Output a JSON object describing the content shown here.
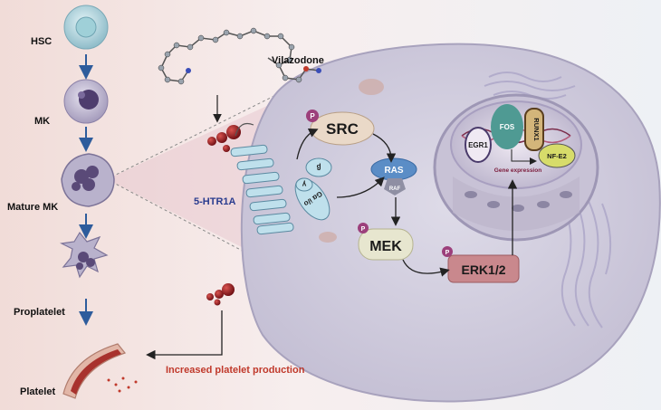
{
  "stages": [
    {
      "id": "hsc",
      "label": "HSC"
    },
    {
      "id": "mk",
      "label": "MK"
    },
    {
      "id": "mature_mk",
      "label": "Mature MK"
    },
    {
      "id": "proplatelet",
      "label": "Proplatelet"
    },
    {
      "id": "platelet",
      "label": "Platelet"
    }
  ],
  "drug": {
    "name": "Vilazodone"
  },
  "receptor": {
    "name": "5-HTR1A"
  },
  "g_protein": {
    "alpha": "Gα i/o",
    "beta": "β",
    "gamma": "γ"
  },
  "signaling": {
    "src": "SRC",
    "ras": "RAS",
    "raf": "RAF",
    "mek": "MEK",
    "erk": "ERK1/2",
    "phospho": "P"
  },
  "nucleus": {
    "factors": [
      "EGR1",
      "FOS",
      "RUNX1",
      "NF-E2"
    ],
    "gene_expression": "Gene expression"
  },
  "outcome": {
    "text": "Increased platelet production"
  },
  "colors": {
    "left_bg": "#f1dcd8",
    "cell_fill": "#d9d6e3",
    "cytoplasm": "#cfcbdc",
    "accent_red": "#c0392b",
    "src_fill": "#ead9c8",
    "ras_fill": "#5b8dc6",
    "erk_fill": "#c9888d",
    "mek_fill": "#e7e6cf",
    "receptor_fill": "#bfe0ec"
  }
}
